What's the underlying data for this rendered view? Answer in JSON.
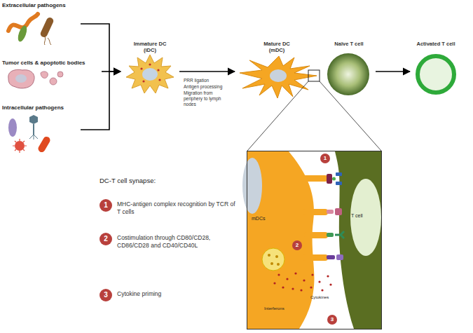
{
  "diagram": {
    "nodes": [
      {
        "text": [
          "Extracellular pathogens"
        ]
      },
      {
        "text": [
          "Tumor cells & apoptotic bodies"
        ]
      },
      {
        "text": [
          "Intracellular pathogens"
        ]
      },
      {
        "text": [
          "Immature DC (iDC)"
        ]
      },
      {
        "text": [
          "Mature DC (mDC)"
        ]
      },
      {
        "text": [
          "Naïve T cell"
        ]
      },
      {
        "text": [
          "Activated T cell"
        ]
      },
      {
        "text": [
          "1",
          "MHC-antigen complex recognition by TCR of T cells"
        ]
      },
      {
        "text": [
          "2",
          "Costimulation through CD80/CD28, CD86/CD28 and CD40/CD40L"
        ]
      },
      {
        "text": [
          "3",
          "Cytokine priming"
        ]
      },
      {
        "text": [
          "Interferons",
          "Cytokines"
        ]
      },
      {
        "text": [
          "1"
        ],
        "in": 10
      },
      {
        "text": [
          "mDCs"
        ],
        "in": 10
      },
      {
        "text": [
          "2"
        ],
        "in": 10
      },
      {
        "text": [
          "3"
        ],
        "in": 10
      },
      {
        "text": [
          "T cell"
        ],
        "in": 10
      }
    ],
    "edges": [
      {
        "from": 0,
        "to": 3,
        "arrow": "to"
      },
      {
        "from": 1,
        "to": 3,
        "arrow": "to"
      },
      {
        "from": 2,
        "to": 3,
        "arrow": "to"
      },
      {
        "from": 3,
        "to": 4,
        "arrow": "to"
      },
      {
        "from": 5,
        "to": 6,
        "arrow": "to"
      }
    ],
    "labels": [
      "PRR ligation",
      "Antigen processing",
      "Migration from periphery to lymph nodes",
      "DC-T cell synapse:"
    ]
  }
}
